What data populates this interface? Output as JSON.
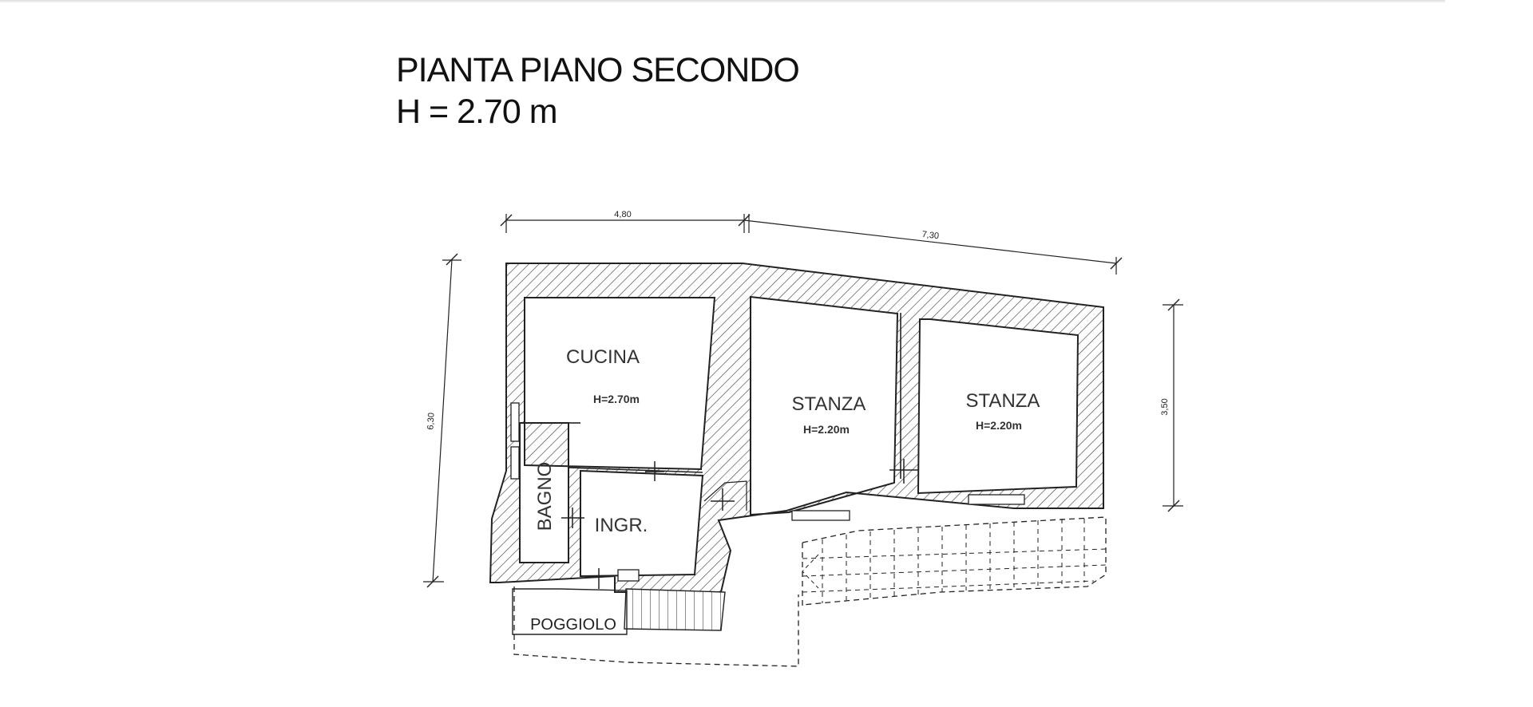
{
  "title": {
    "line1": "PIANTA PIANO SECONDO",
    "line2": "H = 2.70 m"
  },
  "dimensions": {
    "top_left": "4,80",
    "top_right": "7,30",
    "left": "6,30",
    "right": "3,50"
  },
  "rooms": {
    "cucina": {
      "name": "CUCINA",
      "height": "H=2.70m"
    },
    "stanza_1": {
      "name": "STANZA",
      "height": "H=2.20m"
    },
    "stanza_2": {
      "name": "STANZA",
      "height": "H=2.20m"
    },
    "bagno": {
      "name": "BAGNO"
    },
    "ingresso": {
      "name": "INGR."
    },
    "poggiolo": {
      "name": "POGGIOLO"
    }
  },
  "colors": {
    "line": "#222222",
    "hatch": "#444444",
    "background": "#ffffff"
  }
}
